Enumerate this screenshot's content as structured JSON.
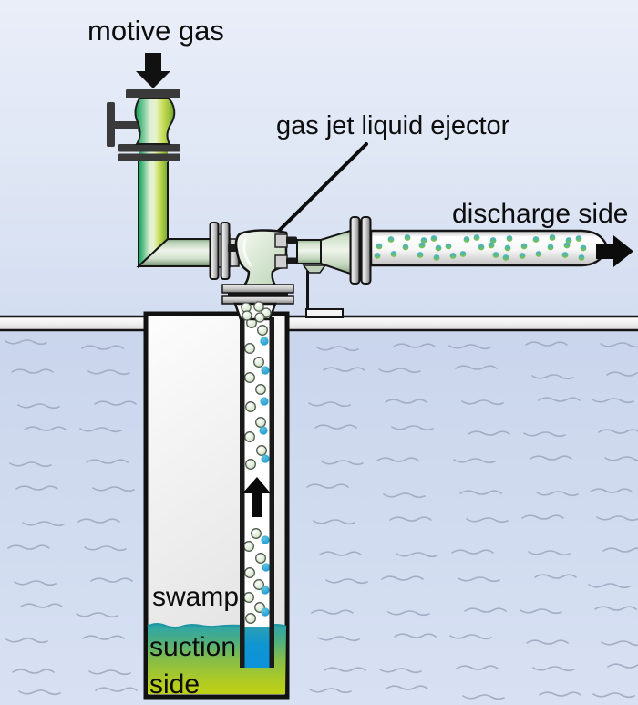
{
  "figure": {
    "type": "technical-diagram",
    "subject": "gas jet liquid ejector lifting liquid from a swamp"
  },
  "labels": {
    "motive_gas": "motive gas",
    "ejector": "gas jet liquid ejector",
    "discharge_side": "discharge side",
    "swamp": "swamp",
    "suction_side_line1": "suction",
    "suction_side_line2": "side"
  },
  "palette": {
    "sky_blue": "#e3eaf6",
    "ground_blue": "#cfdaef",
    "ripple_gray": "#9fa9bf",
    "motive_green_dark": "#0fa053",
    "motive_green_light": "#c6dc55",
    "fitting_sage": "#cadfc4",
    "metal_gray": "#cfcfcf",
    "flange_dark": "#3a3a3a",
    "water_teal": "#2aa5ac",
    "water_green": "#c0d114",
    "pipe_water_blue": "#0f93d8",
    "bubble_green": "#dcead2",
    "bubble_blue": "#1b9cd8",
    "dot_teal": "#4ab4cc",
    "dot_green": "#83c23f",
    "outline": "#151515",
    "text": "#0d0d0d"
  }
}
